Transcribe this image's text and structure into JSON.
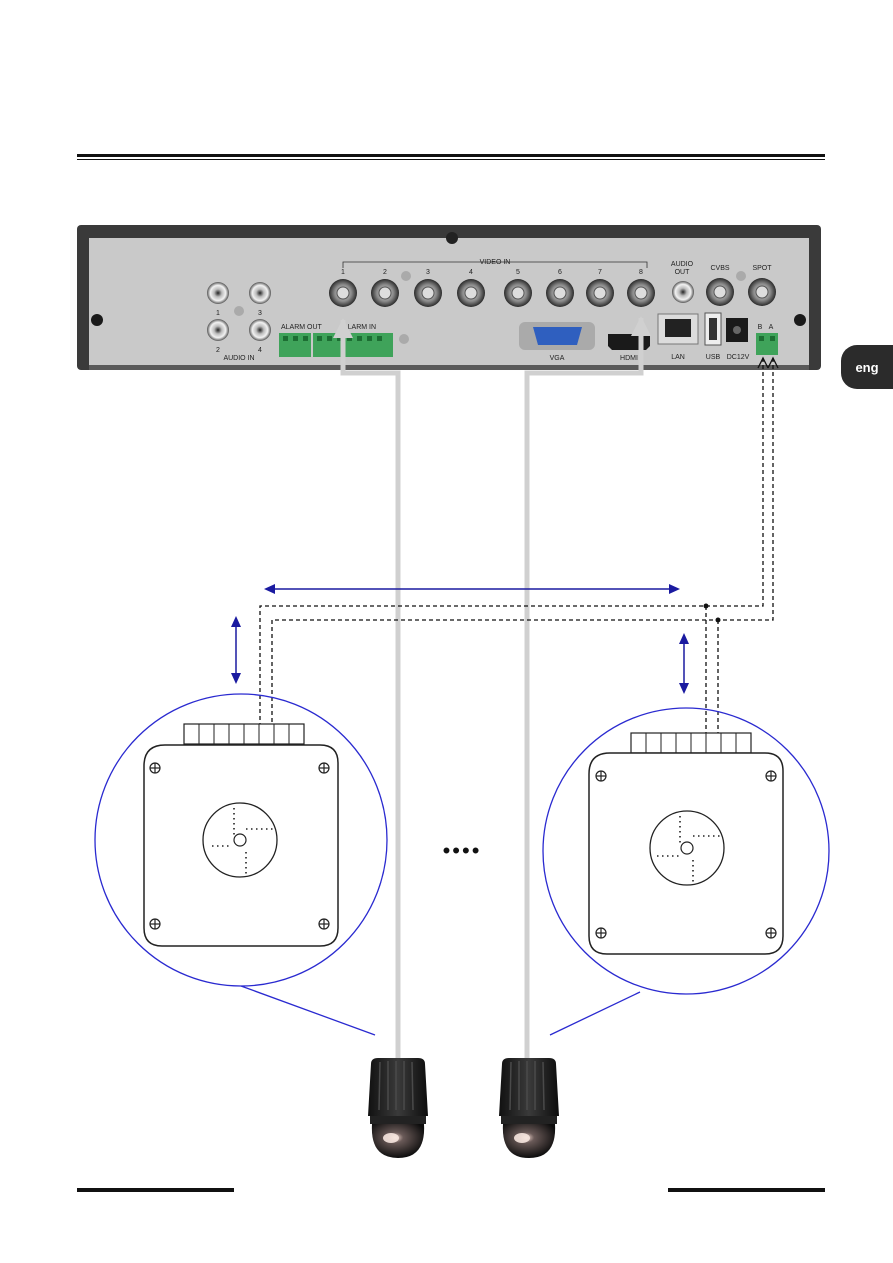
{
  "language_tab": "eng",
  "dvr": {
    "video_in_label": "VIDEO IN",
    "video_in_channels": [
      "1",
      "2",
      "3",
      "4",
      "5",
      "6",
      "7",
      "8"
    ],
    "audio_out_label": [
      "AUDIO",
      "OUT"
    ],
    "cvbs_label": "CVBS",
    "spot_label": "SPOT",
    "audio_in_label": "AUDIO IN",
    "audio_in_numbers": [
      "1",
      "3",
      "2",
      "4"
    ],
    "alarm_out_label": "ALARM OUT",
    "alarm_in_label": "ALARM IN",
    "vga_label": "VGA",
    "hdmi_label": "HDMI",
    "lan_label": "LAN",
    "usb_label": "USB",
    "dc_label": "DC12V",
    "rs485_labels": [
      "B",
      "A"
    ]
  },
  "ellipsis": "••••",
  "colors": {
    "dvr_body": "#3a3a3a",
    "dvr_panel": "#c9c9c9",
    "cable": "#d0d0d0",
    "dimension_arrow": "#1a1aa0",
    "callout_circle": "#2a2ad0",
    "tab_bg": "#2b2b2b"
  },
  "icons": [
    "bnc-connector-icon",
    "rca-connector-icon",
    "terminal-block-icon",
    "vga-port-icon",
    "hdmi-port-icon",
    "lan-port-icon",
    "usb-port-icon",
    "dc-jack-icon",
    "screw-icon",
    "ptz-dome-camera-icon"
  ]
}
